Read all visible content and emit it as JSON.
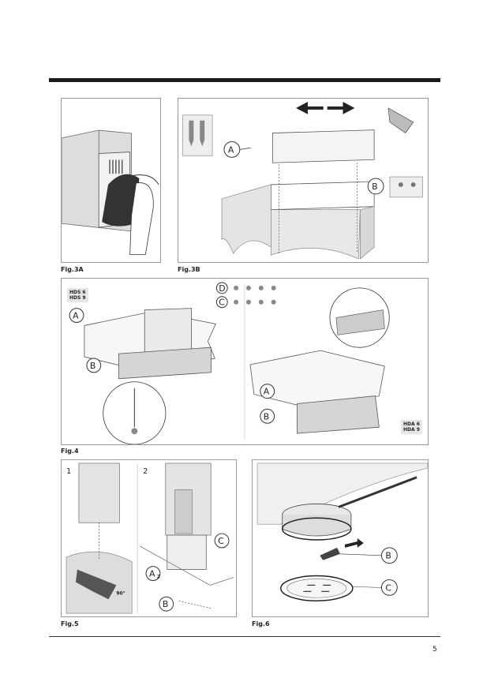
{
  "figures": {
    "fig3a": {
      "caption": "Fig.3A"
    },
    "fig3b": {
      "caption": "Fig.3B",
      "labels": [
        "A",
        "B"
      ]
    },
    "fig4": {
      "caption": "Fig.4",
      "labels": [
        "A",
        "B",
        "A",
        "B",
        "D",
        "C"
      ],
      "model_tag_left": [
        "HDS 6",
        "HDS 9"
      ],
      "model_tag_right": [
        "HDA 6",
        "HDA 9"
      ]
    },
    "fig5": {
      "caption": "Fig.5",
      "step1": "1",
      "step2": "2",
      "angle": "90°",
      "labels": [
        "C",
        "A",
        "2",
        "B"
      ]
    },
    "fig6": {
      "caption": "Fig.6",
      "labels": [
        "B",
        "C"
      ]
    }
  },
  "page_number": "5"
}
